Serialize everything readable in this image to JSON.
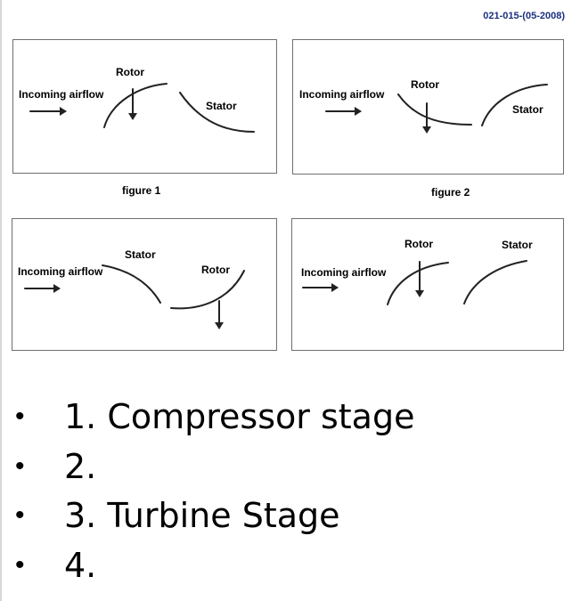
{
  "reference_code": "021-015-(05-2008)",
  "labels": {
    "incoming_airflow": "Incoming  airflow",
    "rotor": "Rotor",
    "stator": "Stator"
  },
  "captions": {
    "figure1": "figure 1",
    "figure2": "figure 2"
  },
  "bullets": [
    "1. Compressor stage",
    "2.",
    "3. Turbine Stage",
    "4."
  ],
  "bullet_symbol": "•",
  "colors": {
    "reference_code": "#1a2f80",
    "panel_border": "#6f6f6f"
  }
}
